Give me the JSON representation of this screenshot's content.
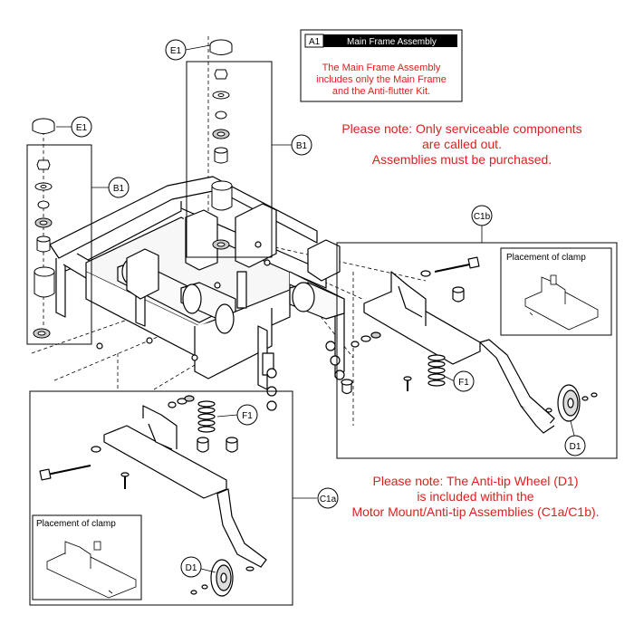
{
  "legend": {
    "id": "A1",
    "title": "Main Frame Assembly",
    "lines": [
      "The Main Frame Assembly",
      "includes only the Main Frame",
      "and the Anti-flutter Kit."
    ]
  },
  "note_top": {
    "lines": [
      "Please note: Only serviceable components",
      "are called out.",
      "Assemblies must  be purchased."
    ]
  },
  "note_bottom": {
    "lines": [
      "Please note: The Anti-tip Wheel (D1)",
      "is included within the",
      "Motor Mount/Anti-tip Assemblies (C1a/C1b)."
    ]
  },
  "callouts": {
    "e1_top": "E1",
    "e1_left": "E1",
    "b1_center": "B1",
    "b1_left": "B1",
    "c1b": "C1b",
    "c1a": "C1a",
    "f1_right": "F1",
    "f1_left": "F1",
    "d1_right": "D1",
    "d1_left": "D1"
  },
  "insets": {
    "right_label": "Placement of clamp",
    "left_label": "Placement of clamp"
  },
  "colors": {
    "note": "#e01e1e",
    "line": "#000000",
    "header_bg": "#000000"
  }
}
